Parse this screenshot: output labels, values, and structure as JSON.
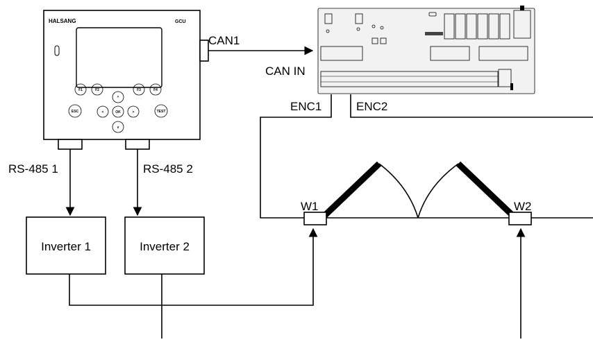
{
  "gcu": {
    "brand": "HALSANG",
    "model": "GCU",
    "keys": {
      "f1": "F1",
      "f2": "F2",
      "f3": "F3",
      "f4": "F4",
      "esc": "ESC",
      "ok": "OK",
      "test": "TEST",
      "left": "<",
      "right": ">",
      "up": "^",
      "down": "v"
    }
  },
  "labels": {
    "can1": "CAN1",
    "can_in": "CAN IN",
    "enc1": "ENC1",
    "enc2": "ENC2",
    "rs485_1": "RS-485 1",
    "rs485_2": "RS-485 2",
    "w1": "W1",
    "w2": "W2"
  },
  "inverters": {
    "inverter1": "Inverter 1",
    "inverter2": "Inverter 2"
  },
  "colors": {
    "line": "#000000",
    "background": "#ffffff",
    "panel": "#f2f2f2"
  }
}
